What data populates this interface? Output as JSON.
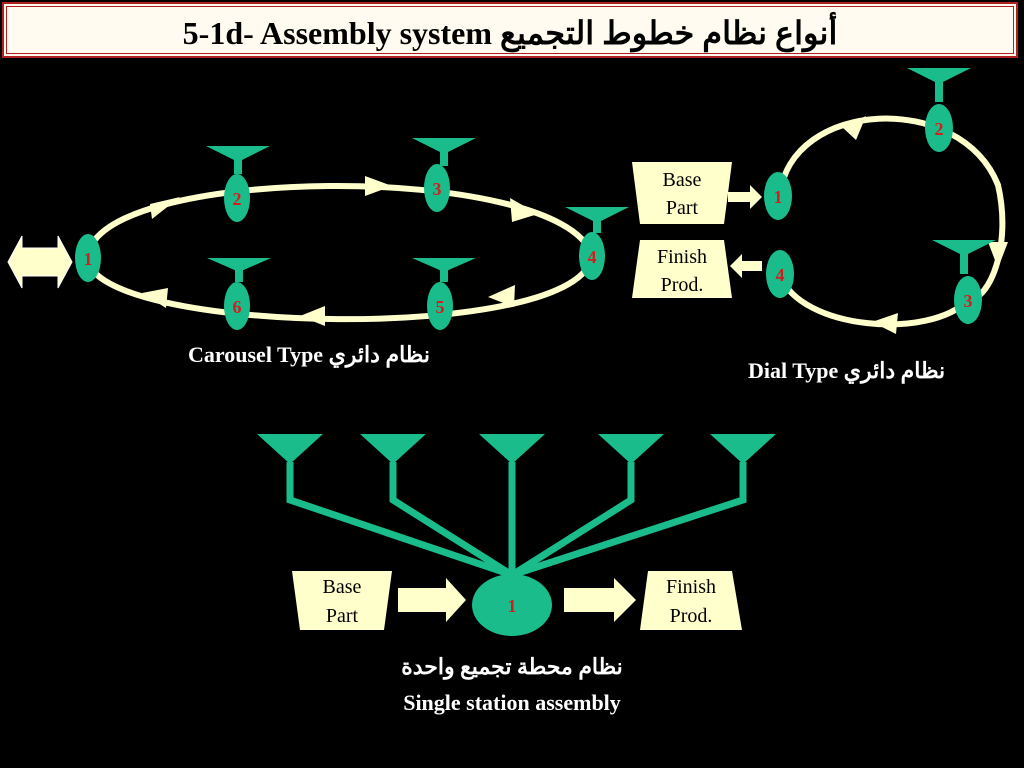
{
  "title": "5-1d- Assembly system أنواع نظام خطوط التجميع",
  "colors": {
    "background": "#000000",
    "loop": "#FFFFCC",
    "station": "#1ABC8C",
    "station_label": "#D21E1E",
    "box": "#FFFFCC",
    "text": "#FFFFFF",
    "title_border": "#B02020"
  },
  "carousel": {
    "caption_en": "Carousel Type",
    "caption_ar": "نظام دائري",
    "stations": [
      "1",
      "2",
      "3",
      "4",
      "5",
      "6"
    ]
  },
  "dial": {
    "caption_en": "Dial Type",
    "caption_ar": "نظام دائري",
    "stations": [
      "1",
      "2",
      "3",
      "4"
    ],
    "base_box": [
      "Base",
      "Part"
    ],
    "finish_box": [
      "Finish",
      "Prod."
    ]
  },
  "single": {
    "caption_ar": "نظام محطة تجميع واحدة",
    "caption_en": "Single station assembly",
    "station": "1",
    "base_box": [
      "Base",
      "Part"
    ],
    "finish_box": [
      "Finish",
      "Prod."
    ]
  }
}
